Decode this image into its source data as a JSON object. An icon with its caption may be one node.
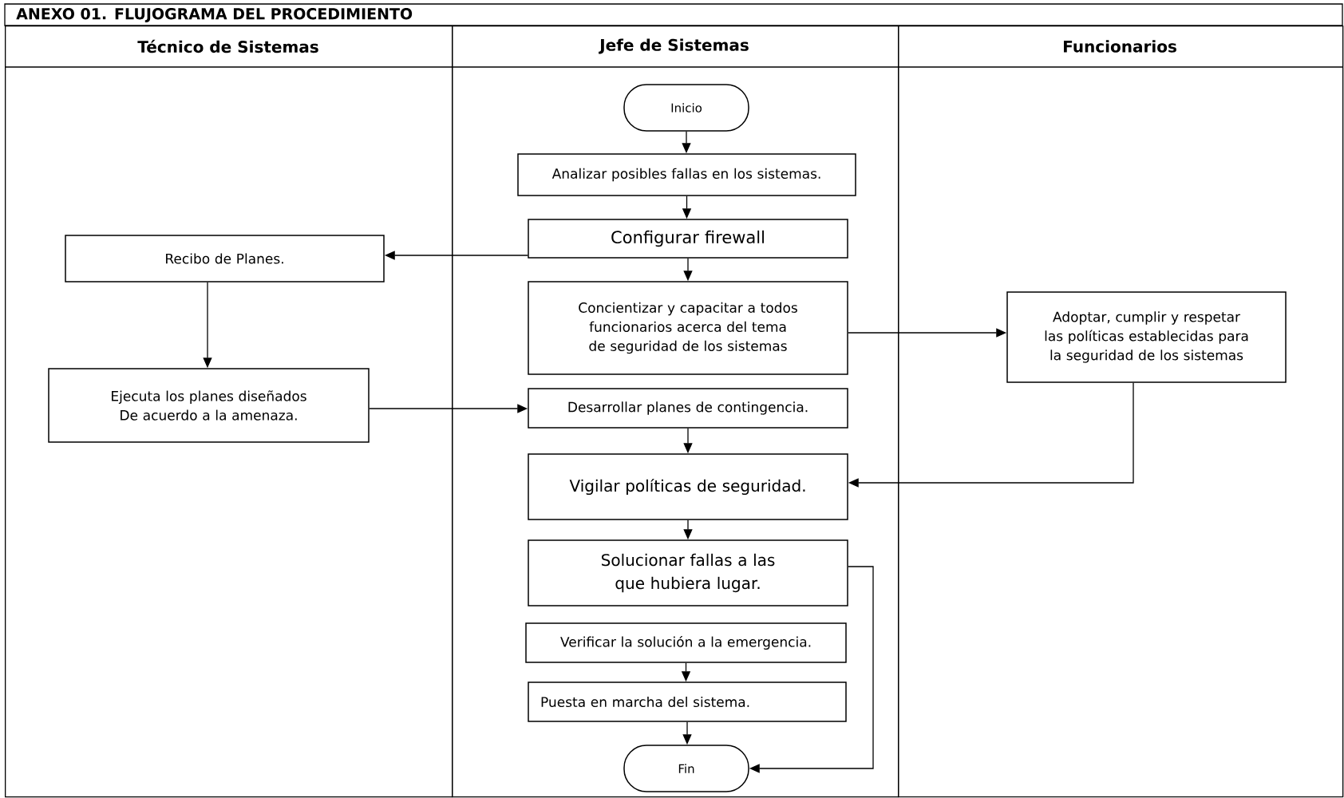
{
  "diagram": {
    "title": "ANEXO 01. FLUJOGRAMA DEL PROCEDIMIENTO",
    "nodes": [
      {
        "text": [
          "Técnico de Sistemas"
        ]
      },
      {
        "text": [
          "Jefe de Sistemas"
        ]
      },
      {
        "text": [
          "Funcionarios"
        ]
      },
      {
        "text": [
          "Inicio"
        ],
        "in": 1
      },
      {
        "text": [
          "Analizar posibles fallas en los sistemas."
        ],
        "in": 1
      },
      {
        "text": [
          "Recibo de Planes."
        ],
        "in": 0
      },
      {
        "text": [
          "Configurar firewall"
        ],
        "in": 1
      },
      {
        "text": [
          "Concientizar y capacitar a todos funcionarios acerca del tema de seguridad de los sistemas"
        ],
        "in": 1
      },
      {
        "text": [
          "Adoptar, cumplir y respetar las políticas establecidas para la seguridad de los sistemas"
        ],
        "in": 2
      },
      {
        "text": [
          "Ejecuta los planes diseñados De acuerdo a la amenaza."
        ],
        "in": 0
      },
      {
        "text": [
          "Desarrollar planes de contingencia."
        ],
        "in": 1
      },
      {
        "text": [
          "Vigilar políticas de seguridad."
        ],
        "in": 1
      },
      {
        "text": [
          "Solucionar fallas a las que hubiera lugar."
        ],
        "in": 1
      },
      {
        "text": [
          "Verificar la solución a la emergencia."
        ],
        "in": 1
      },
      {
        "text": [
          "Puesta en marcha del sistema."
        ],
        "in": 1
      },
      {
        "text": [
          "Fin"
        ],
        "in": 1
      }
    ],
    "edges": [
      {
        "from": 3,
        "to": 4,
        "arrow": "to"
      },
      {
        "from": 4,
        "to": 6,
        "arrow": "to"
      },
      {
        "from": 6,
        "to": 5,
        "arrow": "to"
      },
      {
        "from": 6,
        "to": 7,
        "arrow": "to"
      },
      {
        "from": 7,
        "to": 8,
        "arrow": "to"
      },
      {
        "from": 5,
        "to": 9,
        "arrow": "to"
      },
      {
        "from": 9,
        "to": 10,
        "arrow": "to"
      },
      {
        "from": 10,
        "to": 11,
        "arrow": "to"
      },
      {
        "from": 8,
        "to": 11,
        "arrow": "to"
      },
      {
        "from": 11,
        "to": 12,
        "arrow": "to"
      },
      {
        "from": 12,
        "to": 15,
        "arrow": "to"
      },
      {
        "from": 13,
        "to": 14,
        "arrow": "to"
      },
      {
        "from": 14,
        "to": 15,
        "arrow": "to"
      }
    ]
  }
}
